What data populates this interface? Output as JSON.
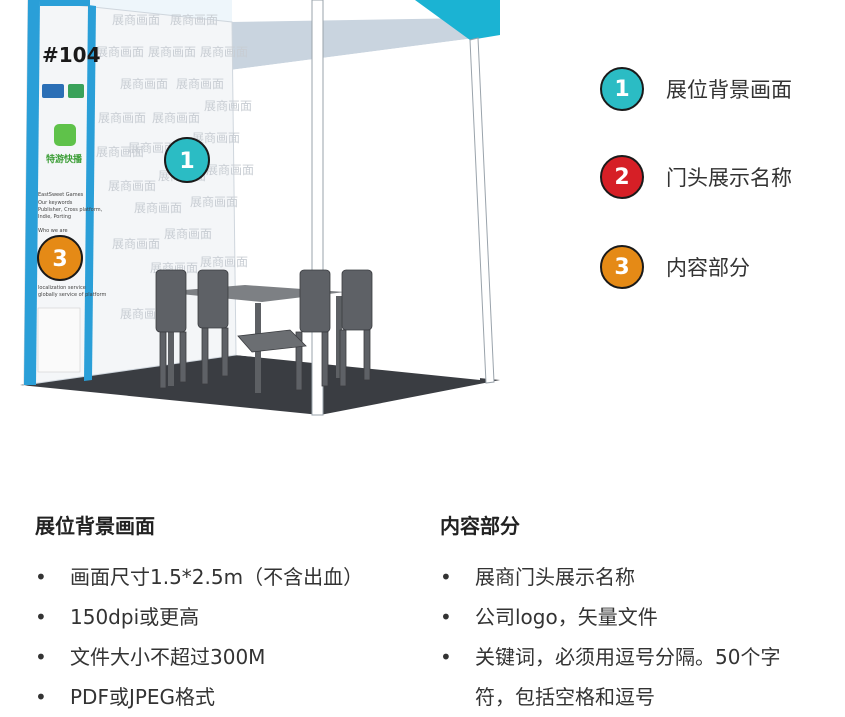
{
  "booth": {
    "booth_number": "#104",
    "watermark_text": "展商画面",
    "logo_text": "特游快播",
    "wall_text_lines": [
      "EastSweet Games",
      "Our keywords",
      "Publisher, Cross platform,",
      "Indie, Porting",
      "Who we are",
      "localization service",
      "globally service of platform"
    ],
    "markers": [
      {
        "number": "1",
        "color": "#2bbcc4"
      },
      {
        "number": "3",
        "color": "#e58a16"
      }
    ]
  },
  "legend": [
    {
      "number": "1",
      "label": "展位背景画面",
      "color": "#2bbcc4"
    },
    {
      "number": "2",
      "label": "门头展示名称",
      "color": "#d61f26"
    },
    {
      "number": "3",
      "label": "内容部分",
      "color": "#e58a16"
    }
  ],
  "sections": {
    "left": {
      "title": "展位背景画面",
      "items": [
        "画面尺寸1.5*2.5m（不含出血）",
        "150dpi或更高",
        "文件大小不超过300M",
        "PDF或JPEG格式"
      ]
    },
    "right": {
      "title": "内容部分",
      "items": [
        "展商门头展示名称",
        "公司logo，矢量文件",
        "关键词，必须用逗号分隔。50个字",
        "符，包括空格和逗号"
      ]
    }
  }
}
